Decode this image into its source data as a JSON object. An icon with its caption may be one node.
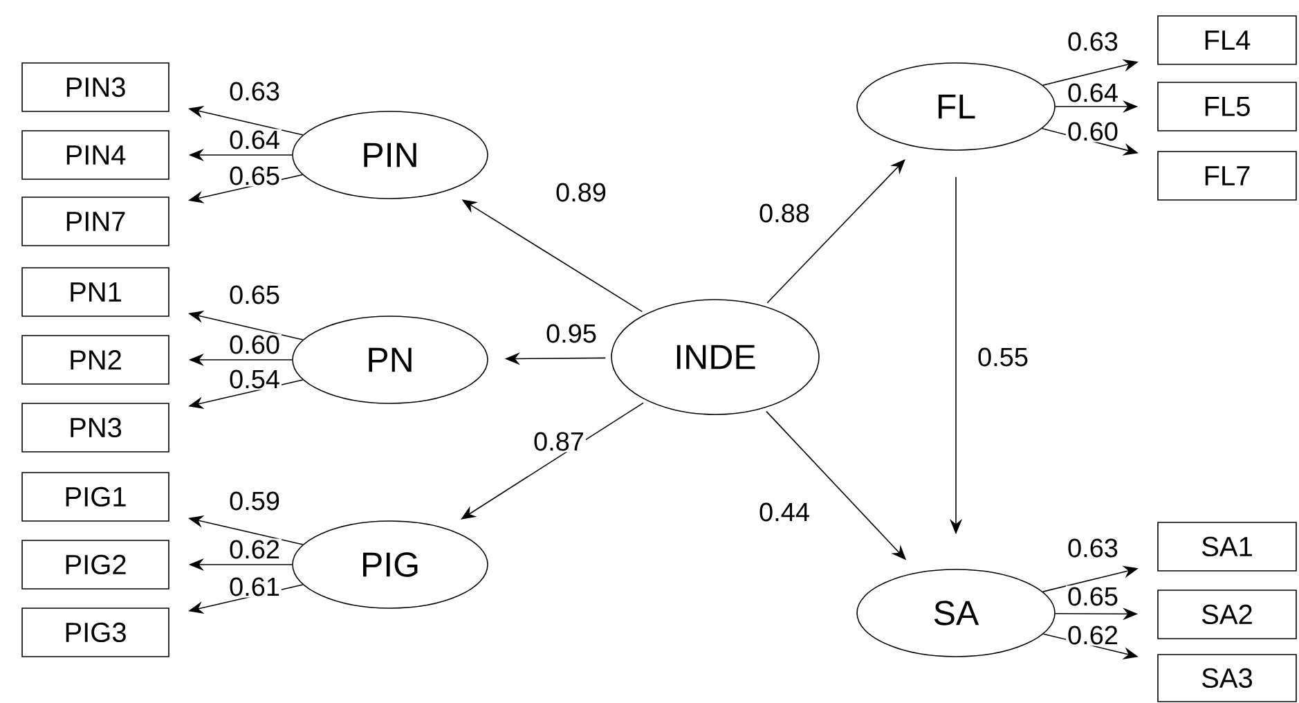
{
  "diagram": {
    "nodes": [
      {
        "text": [
          "INDE"
        ]
      },
      {
        "text": [
          "PIN"
        ]
      },
      {
        "text": [
          "PN"
        ]
      },
      {
        "text": [
          "PIG"
        ]
      },
      {
        "text": [
          "FL"
        ]
      },
      {
        "text": [
          "SA"
        ]
      },
      {
        "text": [
          "PIN3"
        ]
      },
      {
        "text": [
          "PIN4"
        ]
      },
      {
        "text": [
          "PIN7"
        ]
      },
      {
        "text": [
          "PN1"
        ]
      },
      {
        "text": [
          "PN2"
        ]
      },
      {
        "text": [
          "PN3"
        ]
      },
      {
        "text": [
          "PIG1"
        ]
      },
      {
        "text": [
          "PIG2"
        ]
      },
      {
        "text": [
          "PIG3"
        ]
      },
      {
        "text": [
          "FL4"
        ]
      },
      {
        "text": [
          "FL5"
        ]
      },
      {
        "text": [
          "FL7"
        ]
      },
      {
        "text": [
          "SA1"
        ]
      },
      {
        "text": [
          "SA2"
        ]
      },
      {
        "text": [
          "SA3"
        ]
      }
    ],
    "edges": [
      {
        "from": 0,
        "to": 1,
        "arrow": "to",
        "label": "0.89"
      },
      {
        "from": 0,
        "to": 2,
        "arrow": "to",
        "label": "0.95"
      },
      {
        "from": 0,
        "to": 3,
        "arrow": "to",
        "label": "0.87"
      },
      {
        "from": 0,
        "to": 4,
        "arrow": "to",
        "label": "0.88"
      },
      {
        "from": 0,
        "to": 5,
        "arrow": "to",
        "label": "0.44"
      },
      {
        "from": 4,
        "to": 5,
        "arrow": "to",
        "label": "0.55"
      },
      {
        "from": 1,
        "to": 6,
        "arrow": "to",
        "label": "0.63"
      },
      {
        "from": 1,
        "to": 7,
        "arrow": "to",
        "label": "0.64"
      },
      {
        "from": 1,
        "to": 8,
        "arrow": "to",
        "label": "0.65"
      },
      {
        "from": 2,
        "to": 9,
        "arrow": "to",
        "label": "0.65"
      },
      {
        "from": 2,
        "to": 10,
        "arrow": "to",
        "label": "0.60"
      },
      {
        "from": 2,
        "to": 11,
        "arrow": "to",
        "label": "0.54"
      },
      {
        "from": 3,
        "to": 12,
        "arrow": "to",
        "label": "0.59"
      },
      {
        "from": 3,
        "to": 13,
        "arrow": "to",
        "label": "0.62"
      },
      {
        "from": 3,
        "to": 14,
        "arrow": "to",
        "label": "0.61"
      },
      {
        "from": 4,
        "to": 15,
        "arrow": "to",
        "label": "0.63"
      },
      {
        "from": 4,
        "to": 16,
        "arrow": "to",
        "label": "0.64"
      },
      {
        "from": 4,
        "to": 17,
        "arrow": "to",
        "label": "0.60"
      },
      {
        "from": 5,
        "to": 18,
        "arrow": "to",
        "label": "0.63"
      },
      {
        "from": 5,
        "to": 19,
        "arrow": "to",
        "label": "0.65"
      },
      {
        "from": 5,
        "to": 20,
        "arrow": "to",
        "label": "0.62"
      }
    ]
  }
}
